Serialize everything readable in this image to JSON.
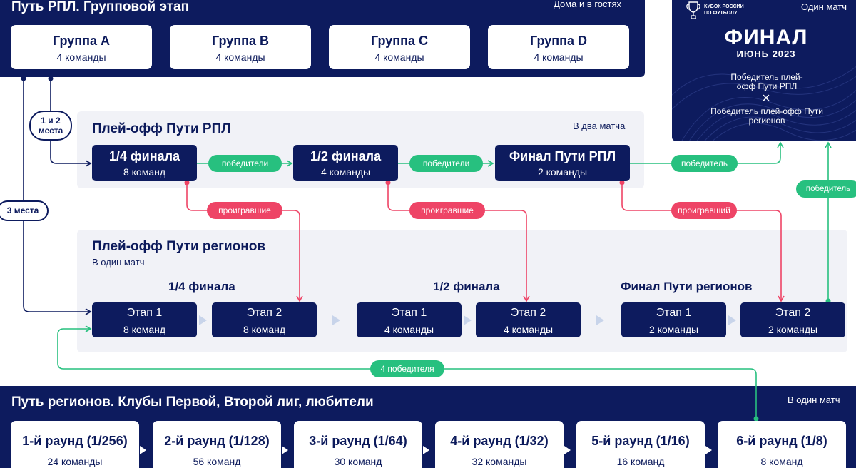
{
  "rpl_group": {
    "title": "Путь РПЛ. Групповой этап",
    "note": "Дома и в гостях",
    "groups": [
      {
        "name": "Группа A",
        "teams": "4 команды"
      },
      {
        "name": "Группа B",
        "teams": "4 команды"
      },
      {
        "name": "Группа C",
        "teams": "4 команды"
      },
      {
        "name": "Группа D",
        "teams": "4 команды"
      }
    ]
  },
  "final": {
    "logo_text": "КУБОК РОССИИ ПО ФУТБОЛУ",
    "format": "Один матч",
    "title": "ФИНАЛ",
    "date": "ИЮНЬ 2023",
    "side1": "Победитель плей-офф Пути РПЛ",
    "separator": "×",
    "side2": "Победитель плей-офф Пути регионов"
  },
  "rpl_playoff": {
    "title": "Плей-офф Пути РПЛ",
    "note": "В два матча",
    "stages": [
      {
        "name": "1/4 финала",
        "teams": "8 команд"
      },
      {
        "name": "1/2 финала",
        "teams": "4 команды"
      },
      {
        "name": "Финал Пути РПЛ",
        "teams": "2 команды"
      }
    ],
    "winners_label": "победители",
    "winner_label": "победитель",
    "losers_label": "проигравшие",
    "loser_label": "проигравший"
  },
  "qualifiers": {
    "top2": "1 и 2 места",
    "third": "3 места"
  },
  "regions_playoff": {
    "title": "Плей-офф Пути регионов",
    "note": "В один матч",
    "rounds": [
      {
        "name": "1/4 финала",
        "legs": [
          {
            "name": "Этап 1",
            "teams": "8 команд"
          },
          {
            "name": "Этап 2",
            "teams": "8 команд"
          }
        ]
      },
      {
        "name": "1/2 финала",
        "legs": [
          {
            "name": "Этап 1",
            "teams": "4 команды"
          },
          {
            "name": "Этап 2",
            "teams": "4 команды"
          }
        ]
      },
      {
        "name": "Финал Пути регионов",
        "legs": [
          {
            "name": "Этап 1",
            "teams": "2 команды"
          },
          {
            "name": "Этап 2",
            "teams": "2 команды"
          }
        ]
      }
    ],
    "winner_label": "победитель"
  },
  "regions_path": {
    "title": "Путь регионов. Клубы Первой, Второй лиг, любители",
    "note": "В один матч",
    "winners_label": "4 победителя",
    "rounds": [
      {
        "name": "1-й раунд (1/256)",
        "teams": "24 команды"
      },
      {
        "name": "2-й раунд (1/128)",
        "teams": "56 команд"
      },
      {
        "name": "3-й раунд (1/64)",
        "teams": "30 команд"
      },
      {
        "name": "4-й раунд (1/32)",
        "teams": "32 команды"
      },
      {
        "name": "5-й раунд (1/16)",
        "teams": "16 команд"
      },
      {
        "name": "6-й раунд (1/8)",
        "teams": "8 команд"
      }
    ]
  },
  "colors": {
    "navy": "#0d1b5e",
    "green": "#27c07f",
    "red": "#ee4466",
    "light_panel": "#f1f2f7"
  }
}
